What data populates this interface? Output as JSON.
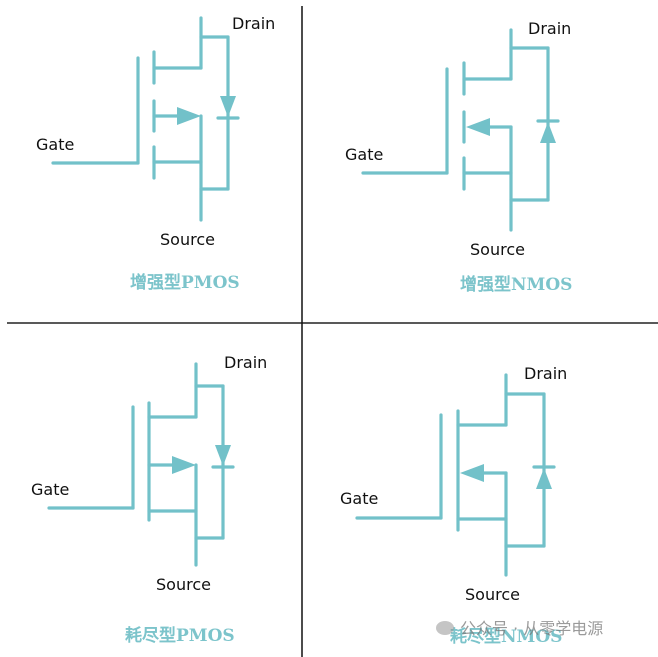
{
  "colors": {
    "wire": "#72c1c9",
    "grid_line": "#222222",
    "title": "#7cc4cb",
    "label": "#111111",
    "background": "#ffffff"
  },
  "panels": [
    {
      "id": "enhancement-pmos",
      "title": "增强型PMOS",
      "channel": "enhancement",
      "type": "PMOS",
      "arrow_direction": "right",
      "diode_direction": "down",
      "labels": {
        "drain": "Drain",
        "gate": "Gate",
        "source": "Source"
      }
    },
    {
      "id": "enhancement-nmos",
      "title": "增强型NMOS",
      "channel": "enhancement",
      "type": "NMOS",
      "arrow_direction": "left",
      "diode_direction": "up",
      "labels": {
        "drain": "Drain",
        "gate": "Gate",
        "source": "Source"
      }
    },
    {
      "id": "depletion-pmos",
      "title": "耗尽型PMOS",
      "channel": "depletion",
      "type": "PMOS",
      "arrow_direction": "right",
      "diode_direction": "down",
      "labels": {
        "drain": "Drain",
        "gate": "Gate",
        "source": "Source"
      }
    },
    {
      "id": "depletion-nmos",
      "title": "耗尽型NMOS",
      "channel": "depletion",
      "type": "NMOS",
      "arrow_direction": "left",
      "diode_direction": "up",
      "labels": {
        "drain": "Drain",
        "gate": "Gate",
        "source": "Source"
      }
    }
  ],
  "watermark": {
    "icon": "wechat-icon",
    "text": "公众号 · 从零学电源"
  }
}
